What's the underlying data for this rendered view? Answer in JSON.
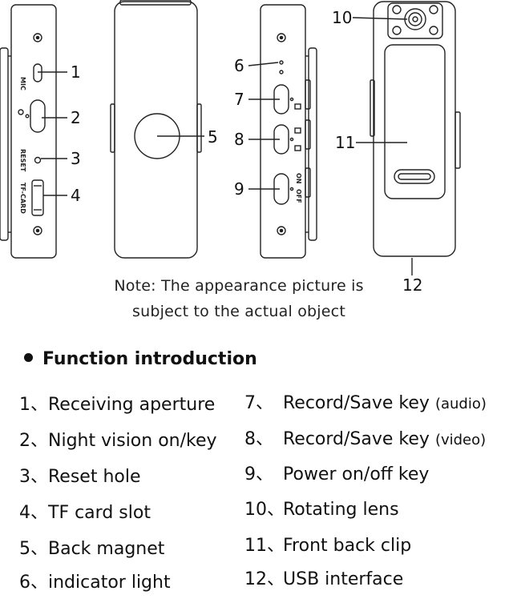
{
  "callouts": {
    "c1": "1",
    "c2": "2",
    "c3": "3",
    "c4": "4",
    "c5": "5",
    "c6": "6",
    "c7": "7",
    "c8": "8",
    "c9": "9",
    "c10": "10",
    "c11": "11",
    "c12": "12"
  },
  "device_labels": {
    "mic": "MIC",
    "reset": "RESET",
    "tf_card": "TF-CARD",
    "on": "ON",
    "off": "OFF"
  },
  "note": {
    "line1": "Note: The appearance picture is",
    "line2": "subject to the actual object"
  },
  "heading": "Function introduction",
  "functions_left": [
    {
      "num": "1、",
      "label": "Receiving aperture"
    },
    {
      "num": "2、",
      "label": "Night vision on/key"
    },
    {
      "num": "3、",
      "label": "Reset hole"
    },
    {
      "num": "4、",
      "label": "TF card slot"
    },
    {
      "num": "5、",
      "label": "Back magnet"
    },
    {
      "num": "6、",
      "label": "indicator light"
    }
  ],
  "functions_right": [
    {
      "num": "7、",
      "label": "Record/Save key",
      "suffix": "(audio)"
    },
    {
      "num": "8、",
      "label": "Record/Save key",
      "suffix": "(video)"
    },
    {
      "num": "9、",
      "label": "Power on/off key",
      "suffix": ""
    },
    {
      "num": "10、",
      "label": "Rotating lens",
      "suffix": ""
    },
    {
      "num": "11、",
      "label": "Front back clip",
      "suffix": ""
    },
    {
      "num": "12、",
      "label": "USB interface",
      "suffix": ""
    }
  ]
}
